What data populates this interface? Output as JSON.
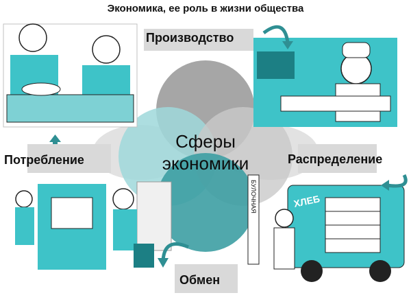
{
  "title": "Экономика, ее роль в жизни общества",
  "center": {
    "line1": "Сферы",
    "line2": "экономики"
  },
  "spheres": {
    "production": "Производство",
    "distribution": "Распределение",
    "exchange": "Обмен",
    "consumption": "Потребление"
  },
  "van_sign": "ХЛЕБ",
  "shop_sign": "БУЛОЧНАЯ",
  "colors": {
    "teal": "#3ec3c8",
    "circle_gray": "#a9a9a9",
    "petal_gray": "#d9d9d9",
    "dark_teal": "#2f8f93"
  }
}
